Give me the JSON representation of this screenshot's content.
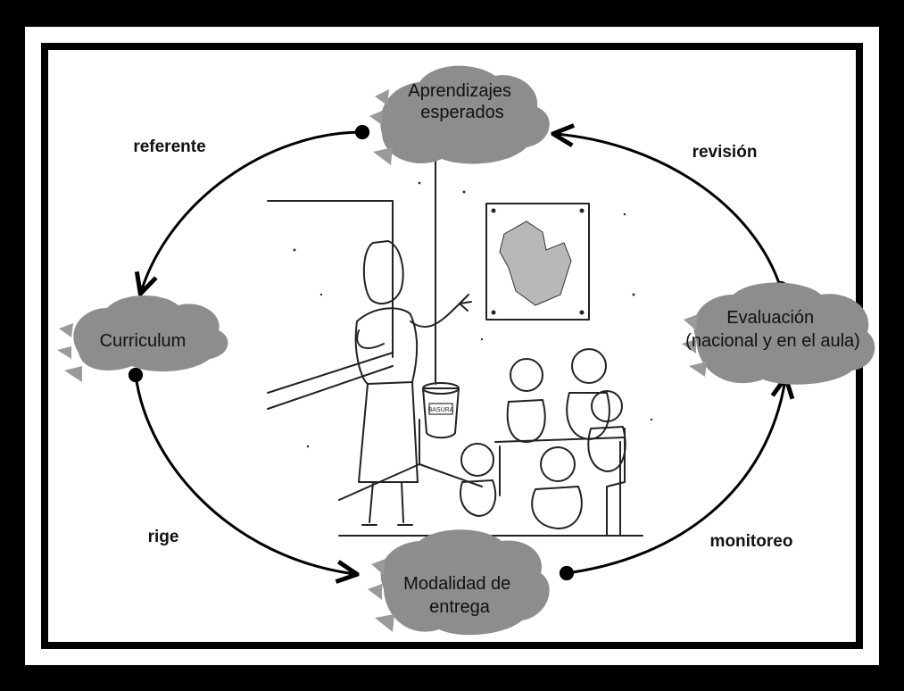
{
  "nodes": {
    "aprendizajes": {
      "lines": [
        "Aprendizajes",
        "esperados"
      ]
    },
    "curriculum": {
      "lines": [
        "Curriculum"
      ]
    },
    "evaluacion": {
      "lines": [
        "Evaluación",
        "(nacional y en el aula)"
      ]
    },
    "modalidad": {
      "lines": [
        "Modalidad de",
        "entrega"
      ]
    }
  },
  "edges": {
    "referente": {
      "label": "referente",
      "from": "aprendizajes",
      "to": "curriculum"
    },
    "rige": {
      "label": "rige",
      "from": "curriculum",
      "to": "modalidad"
    },
    "monitoreo": {
      "label": "monitoreo",
      "from": "modalidad",
      "to": "evaluacion"
    },
    "revision": {
      "label": "revisión",
      "from": "evaluacion",
      "to": "aprendizajes"
    }
  },
  "illustration": {
    "bucket_label": "BASURA"
  },
  "colors": {
    "background": "#000000",
    "panel": "#ffffff",
    "cloud": "#8d8d8d",
    "ink": "#111111"
  }
}
